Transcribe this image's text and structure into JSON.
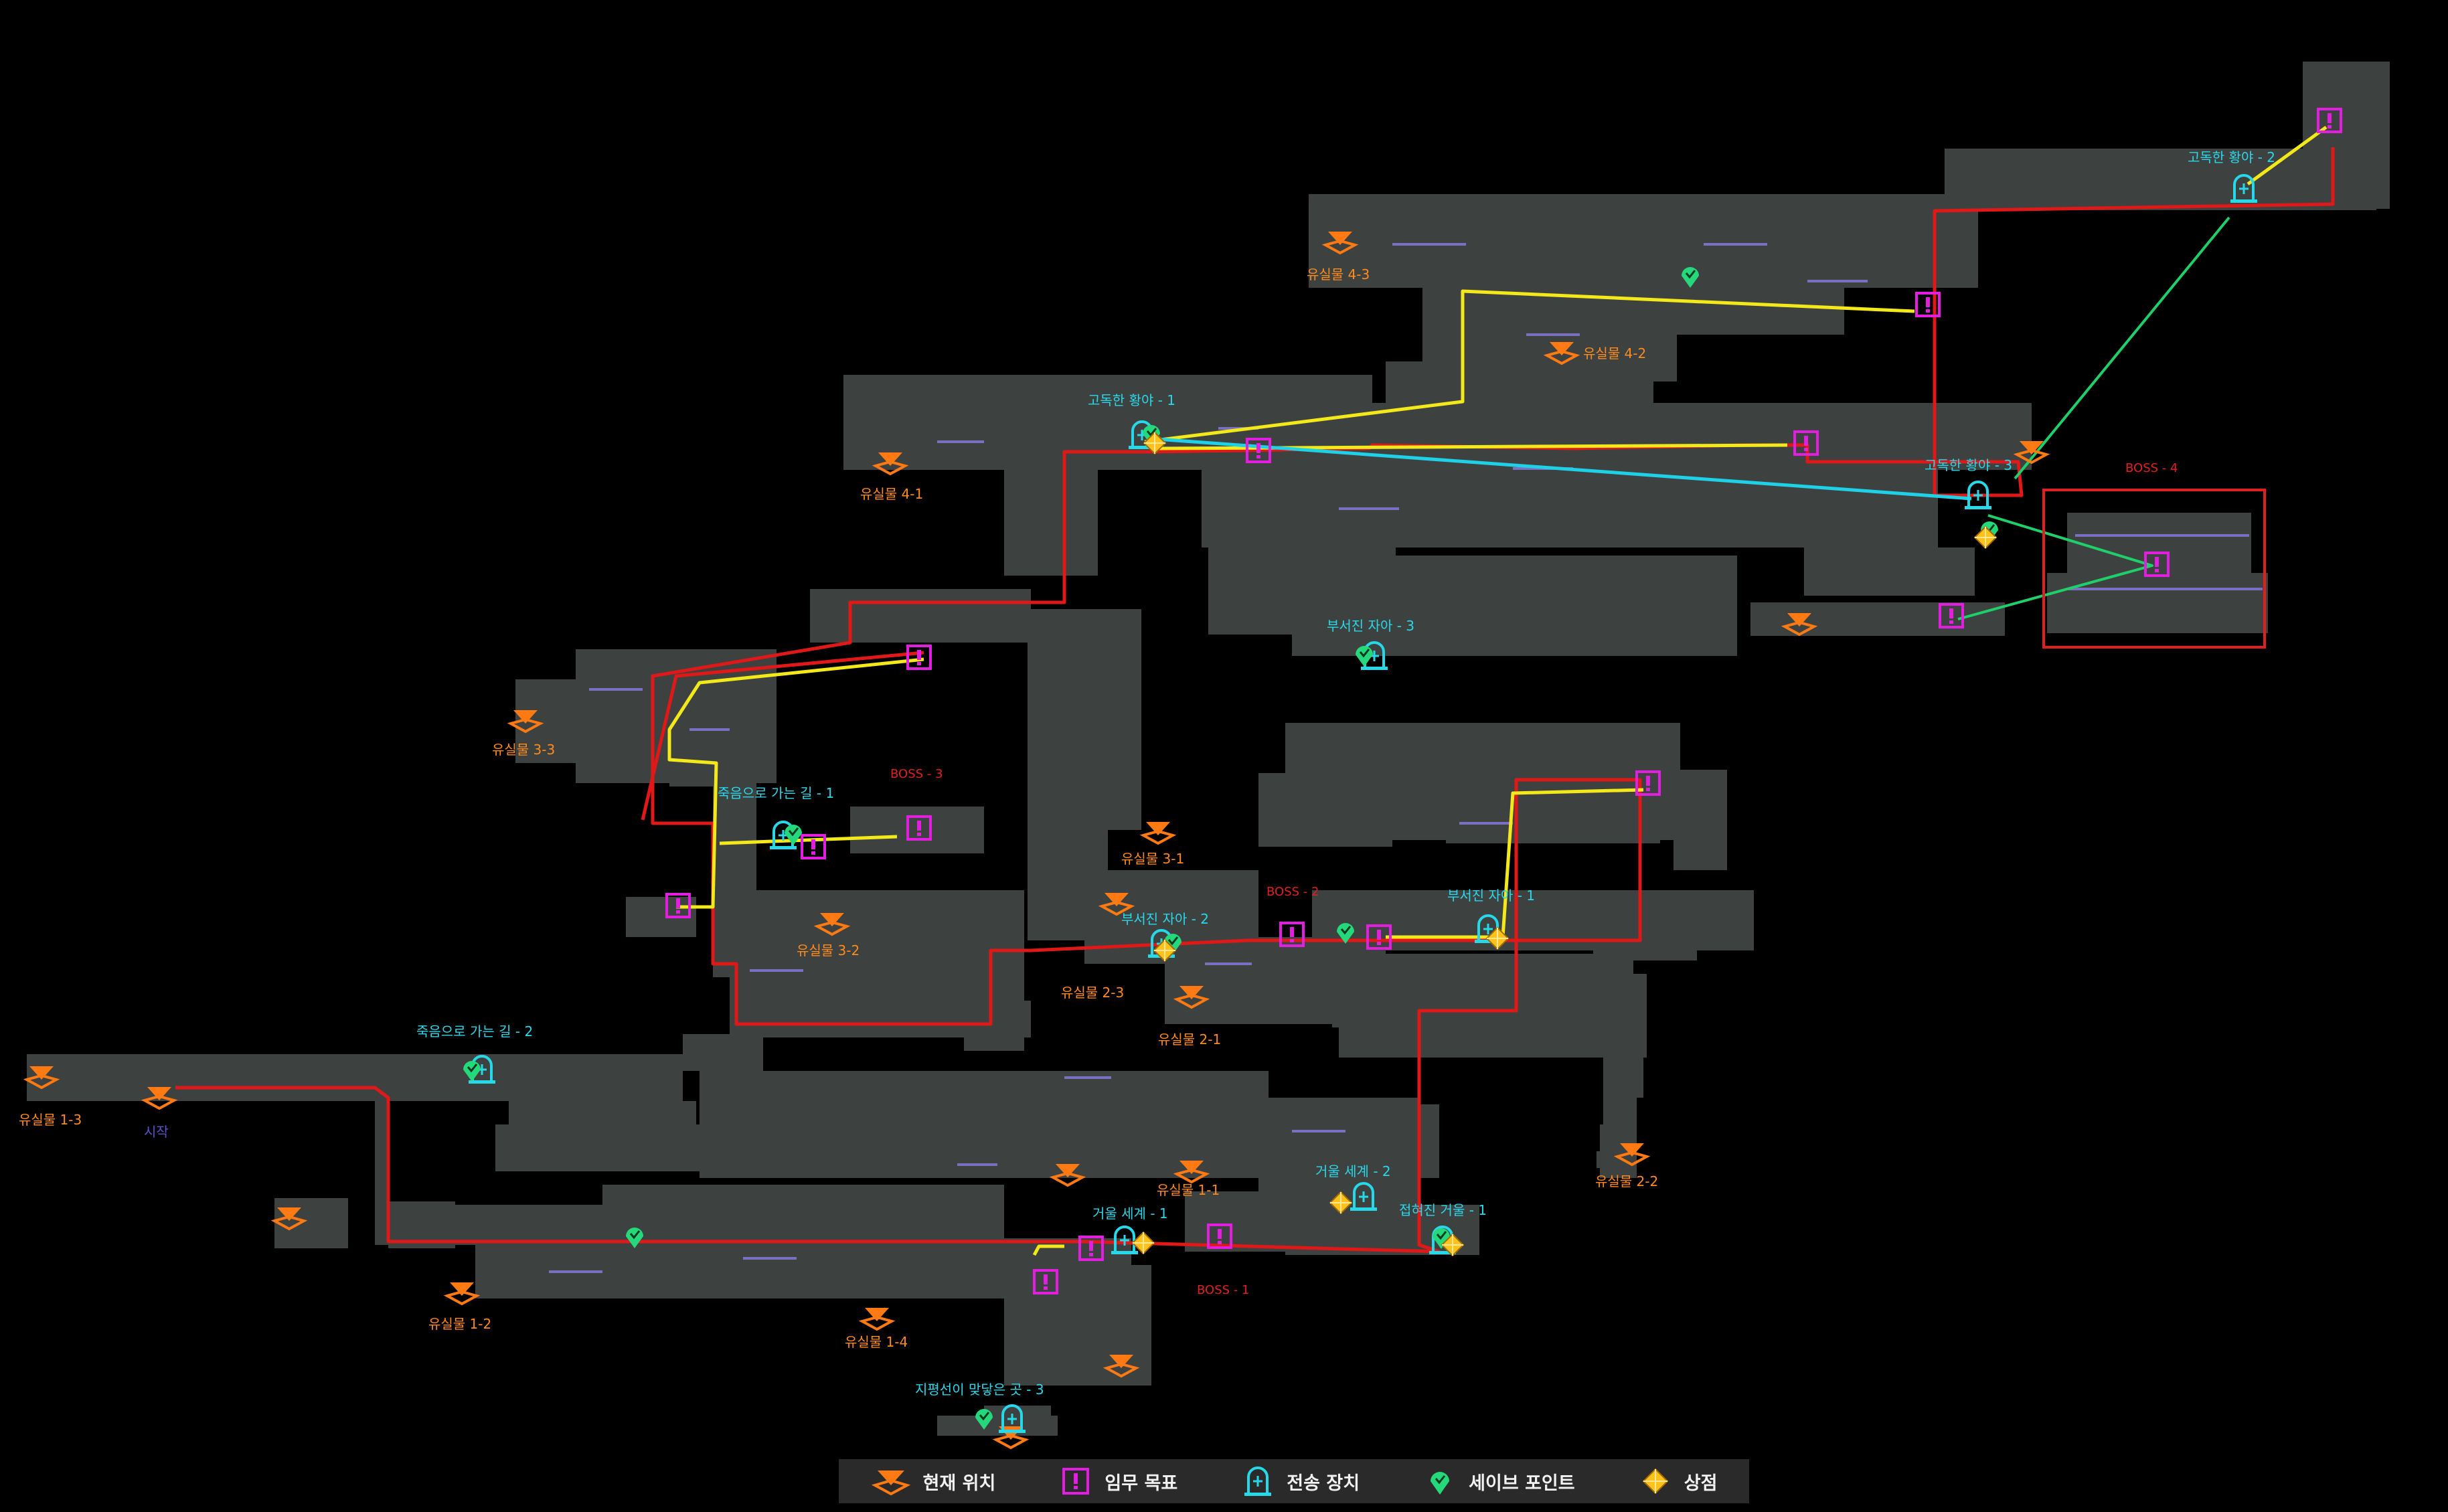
{
  "colors": {
    "background": "#000000",
    "terrain": "#3d4241",
    "platform": "#7a6fc0",
    "main_route": "#e01818",
    "side_route": "#f2e81a",
    "teleport_link": "#1fd1e6",
    "shortcut_link": "#1fcf6a",
    "relic": "#ff7a12",
    "quest": "#e41ee0",
    "teleporter": "#27d8e8",
    "save": "#24d87b",
    "shop": "#ffc21a",
    "boss_label": "#e02020",
    "label_relic": "#ff8a1e",
    "label_area": "#2ad8ea",
    "label_start": "#5b53c8"
  },
  "labels": {
    "relic_1_3": "유실물 1-3",
    "start": "시작",
    "relic_1_2": "유실물 1-2",
    "relic_1_4": "유실물 1-4",
    "relic_1_1": "유실물 1-1",
    "relic_2_1": "유실물 2-1",
    "relic_2_2": "유실물 2-2",
    "relic_2_3": "유실물 2-3",
    "relic_3_1": "유실물 3-1",
    "relic_3_2": "유실물 3-2",
    "relic_3_3": "유실물 3-3",
    "relic_4_1": "유실물 4-1",
    "relic_4_2": "유실물 4-2",
    "relic_4_3": "유실물 4-3",
    "death_road_1": "죽음으로 가는 길 - 1",
    "death_road_2": "죽음으로 가는 길 - 2",
    "broken_self_1": "부서진 자아 - 1",
    "broken_self_2": "부서진 자아 - 2",
    "broken_self_3": "부서진 자아 - 3",
    "mirror_world_1": "거울 세계 - 1",
    "mirror_world_2": "거울 세계 - 2",
    "sealed_mirror_1": "접혀진 거울 - 1",
    "horizon_3": "지평선이 맞닿은 곳 - 3",
    "lonely_waste_1": "고독한 황야 - 1",
    "lonely_waste_2": "고독한 황야 - 2",
    "lonely_waste_3": "고독한 황야 - 3",
    "boss_1": "BOSS - 1",
    "boss_2": "BOSS - 2",
    "boss_3": "BOSS - 3",
    "boss_4": "BOSS - 4"
  },
  "legend": {
    "current_position": "현재 위치",
    "quest_objective": "임무 목표",
    "teleporter": "전송 장치",
    "save_point": "세이브 포인트",
    "shop": "상점"
  },
  "icons": {
    "current_position": "location-arrow-icon",
    "quest_objective": "quest-exclamation-icon",
    "teleporter": "teleporter-icon",
    "save_point": "save-point-icon",
    "shop": "shop-diamond-icon"
  }
}
